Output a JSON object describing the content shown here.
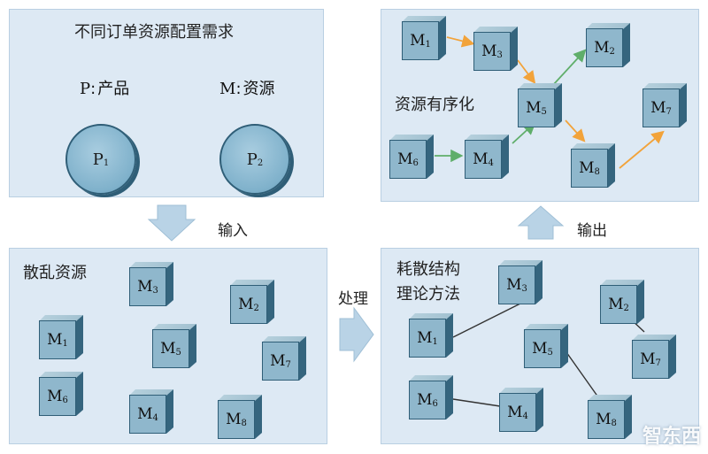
{
  "panels": {
    "demand": {
      "title": "不同订单资源配置需求",
      "legend_p": {
        "symbol": "P",
        "sep": ":",
        "text": "产品"
      },
      "legend_m": {
        "symbol": "M",
        "sep": ":",
        "text": "资源"
      },
      "products": [
        {
          "letter": "P",
          "sub": "1"
        },
        {
          "letter": "P",
          "sub": "2"
        }
      ]
    },
    "scattered": {
      "title": "散乱资源",
      "cubes": [
        {
          "letter": "M",
          "sub": "3"
        },
        {
          "letter": "M",
          "sub": "2"
        },
        {
          "letter": "M",
          "sub": "1"
        },
        {
          "letter": "M",
          "sub": "5"
        },
        {
          "letter": "M",
          "sub": "7"
        },
        {
          "letter": "M",
          "sub": "6"
        },
        {
          "letter": "M",
          "sub": "4"
        },
        {
          "letter": "M",
          "sub": "8"
        }
      ]
    },
    "dissipative": {
      "title_line1": "耗散结构",
      "title_line2": "理论方法",
      "cubes": [
        {
          "letter": "M",
          "sub": "3"
        },
        {
          "letter": "M",
          "sub": "2"
        },
        {
          "letter": "M",
          "sub": "1"
        },
        {
          "letter": "M",
          "sub": "5"
        },
        {
          "letter": "M",
          "sub": "7"
        },
        {
          "letter": "M",
          "sub": "6"
        },
        {
          "letter": "M",
          "sub": "4"
        },
        {
          "letter": "M",
          "sub": "8"
        }
      ]
    },
    "ordered": {
      "title": "资源有序化",
      "cubes": [
        {
          "letter": "M",
          "sub": "1"
        },
        {
          "letter": "M",
          "sub": "3"
        },
        {
          "letter": "M",
          "sub": "2"
        },
        {
          "letter": "M",
          "sub": "5"
        },
        {
          "letter": "M",
          "sub": "7"
        },
        {
          "letter": "M",
          "sub": "6"
        },
        {
          "letter": "M",
          "sub": "4"
        },
        {
          "letter": "M",
          "sub": "8"
        }
      ]
    }
  },
  "arrows": {
    "input": "输入",
    "process": "处理",
    "output": "输出"
  },
  "colors": {
    "panel_bg": "#dde9f4",
    "cube_front": "#8fb7cc",
    "cube_side": "#35657e",
    "arrow_orange": "#f2a33a",
    "arrow_green": "#5fae6a",
    "big_arrow": "#b9d3e6"
  },
  "watermark": "智东西"
}
